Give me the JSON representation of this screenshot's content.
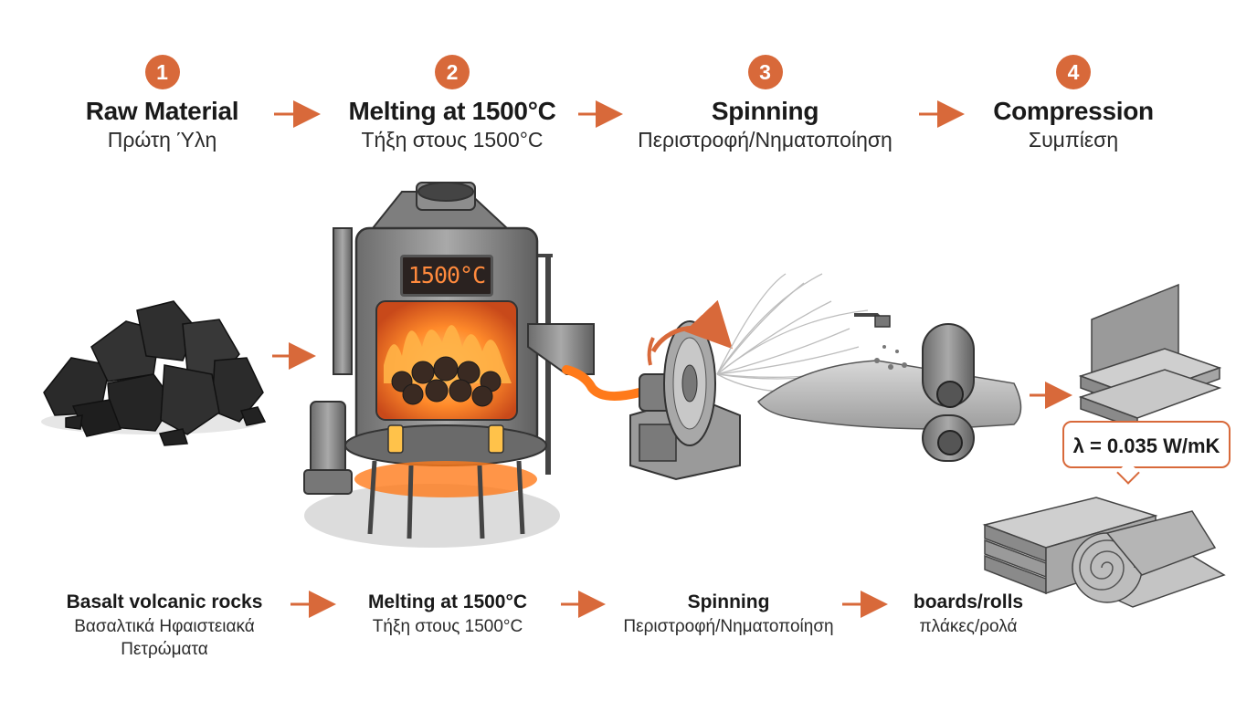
{
  "steps": [
    {
      "number": "1",
      "title": "Raw Material",
      "subtitle": "Πρώτη Ύλη"
    },
    {
      "number": "2",
      "title": "Melting at 1500°C",
      "subtitle": "Τήξη στους 1500°C"
    },
    {
      "number": "3",
      "title": "Spinning",
      "subtitle": "Περιστροφή/Νηματοποίηση"
    },
    {
      "number": "4",
      "title": "Compression",
      "subtitle": "Συμπίεση"
    }
  ],
  "captions": [
    {
      "title": "Basalt volcanic rocks",
      "subtitle": "Βασαλτικά Ηφαιστειακά Πετρώματα"
    },
    {
      "title": "Melting at 1500°C",
      "subtitle": "Τήξη στους 1500°C"
    },
    {
      "title": "Spinning",
      "subtitle": "Περιστροφή/Νηματοποίηση"
    },
    {
      "title": "boards/rolls",
      "subtitle": "πλάκες/ρολά"
    }
  ],
  "furnace_display": "1500°C",
  "thermal_label": "λ = 0.035 W/mK",
  "colors": {
    "accent": "#d8693a",
    "steel": "#8a8a8a",
    "flame": "#ff7a1a",
    "wool": "#b8b8b8"
  }
}
